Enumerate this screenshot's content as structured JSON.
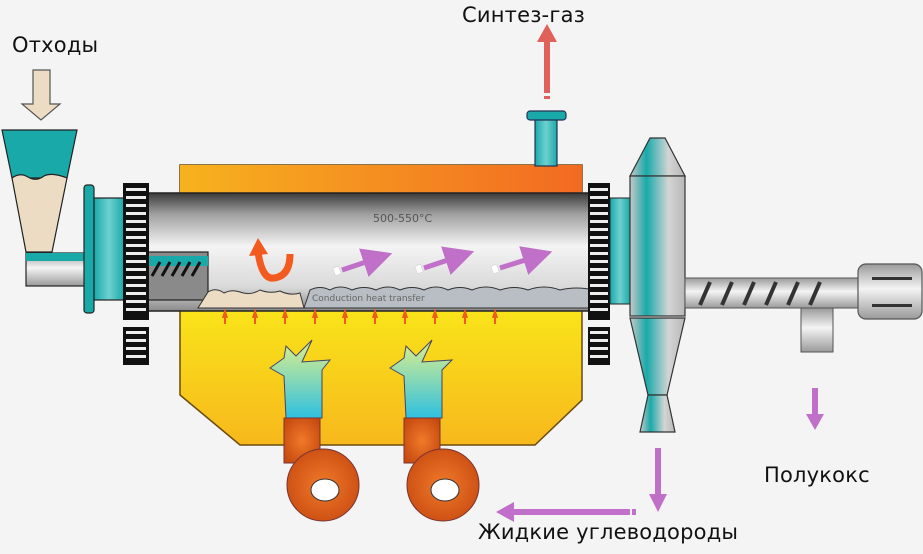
{
  "diagram": {
    "type": "process-schematic",
    "subject": "Rotary kiln pyrolysis of waste",
    "labels": {
      "waste_input": "Отходы",
      "syngas_output": "Синтез-газ",
      "semicoke_output": "Полукокс",
      "liquid_hydrocarbons_output": "Жидкие углеводороды"
    },
    "internal_text": {
      "temperature": "500-550°C",
      "bed_caption": "Conduction heat transfer"
    },
    "components": [
      "feed-hopper",
      "feed-screw",
      "rotary-drum",
      "drive-gear-left",
      "drive-gear-right",
      "furnace-chamber",
      "burner-1",
      "burner-2",
      "syngas-outlet-pipe",
      "cyclone-separator",
      "discharge-screw",
      "discharge-motor",
      "char-outlet"
    ],
    "flows": [
      {
        "from": "Отходы",
        "to": "feed-hopper",
        "color": "#e8d8bf"
      },
      {
        "from": "syngas-outlet-pipe",
        "to": "Синтез-газ",
        "color": "#e0605a"
      },
      {
        "from": "char-outlet",
        "to": "Полукокс",
        "color": "#c070c0"
      },
      {
        "from": "cyclone-separator",
        "to": "Жидкие углеводороды",
        "color": "#c070c0"
      }
    ],
    "colors": {
      "background": "#f4f4f4",
      "teal": "#1aa9a9",
      "furnace_top": "#f58a1e",
      "furnace_bottom": "#f8e21a",
      "burner": "#d25a14",
      "flame": "#44c8e0",
      "vapor_arrow": "#c070c8",
      "heat_arrow": "#f25a20",
      "drum": "#c9c9c9"
    }
  }
}
